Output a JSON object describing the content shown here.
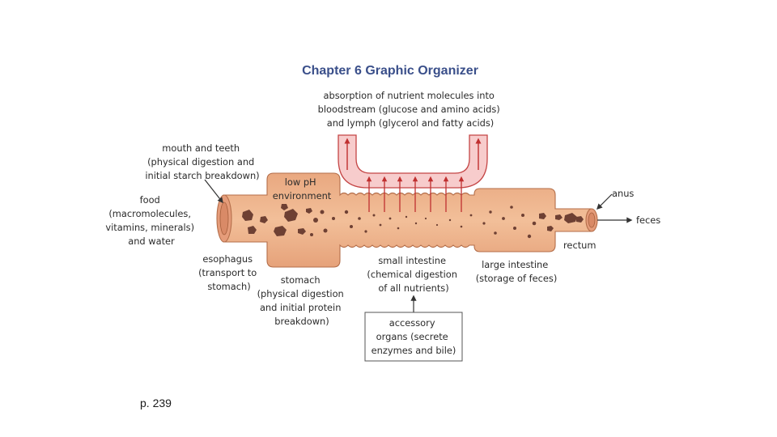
{
  "title": "Chapter 6 Graphic Organizer",
  "absorption": [
    "absorption of nutrient molecules into",
    "bloodstream (glucose and amino acids)",
    "and lymph (glycerol and fatty acids)"
  ],
  "mouth": [
    "mouth and teeth",
    "(physical digestion and",
    "initial starch breakdown)"
  ],
  "food": [
    "food",
    "(macromolecules,",
    "vitamins, minerals)",
    "and water"
  ],
  "low_ph": [
    "low pH",
    "environment"
  ],
  "esophagus": [
    "esophagus",
    "(transport to",
    "stomach)"
  ],
  "stomach": [
    "stomach",
    "(physical digestion",
    "and initial protein",
    "breakdown)"
  ],
  "small_intestine": [
    "small intestine",
    "(chemical digestion",
    "of all nutrients)"
  ],
  "large_intestine": [
    "large intestine",
    "(storage of feces)"
  ],
  "accessory": [
    "accessory",
    "organs (secrete",
    "enzymes and bile)"
  ],
  "anus": "anus",
  "feces": "feces",
  "rectum": "rectum",
  "page_number": "p. 239",
  "colors": {
    "title": "#3a4f8a",
    "tract": "#ecae85",
    "tract_edge": "#b46e4a",
    "blood": "#f7cccc",
    "blood_edge": "#c44545",
    "arrow": "#c03030",
    "particle": "#6e4033"
  }
}
